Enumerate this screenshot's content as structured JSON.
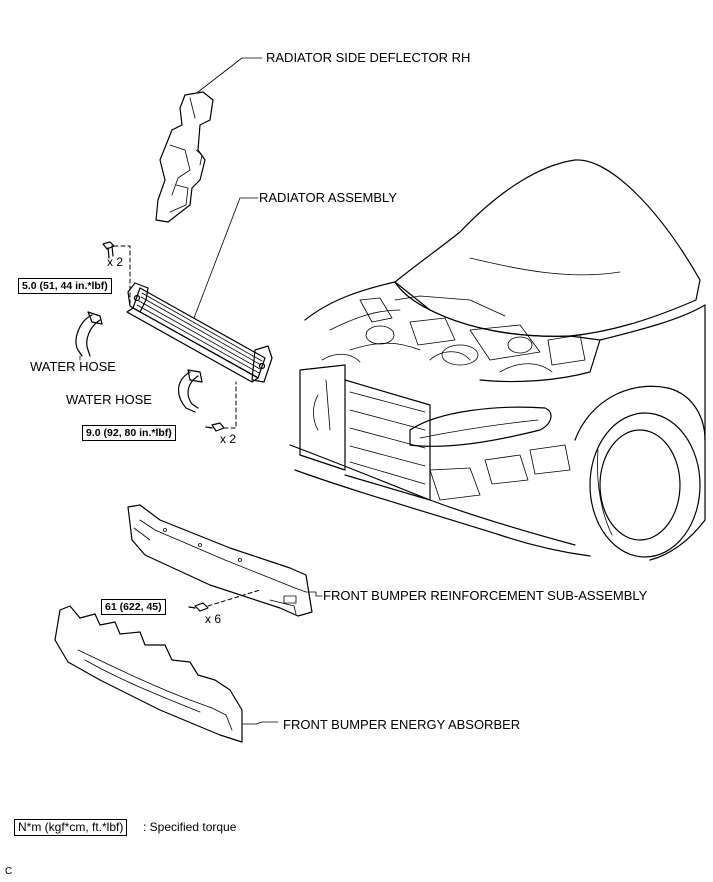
{
  "labels": {
    "deflector": "RADIATOR SIDE DEFLECTOR RH",
    "radiator": "RADIATOR ASSEMBLY",
    "water_hose_1": "WATER HOSE",
    "water_hose_2": "WATER HOSE",
    "reinforcement": "FRONT BUMPER REINFORCEMENT SUB-ASSEMBLY",
    "absorber": "FRONT BUMPER ENERGY ABSORBER"
  },
  "torques": {
    "upper": "5.0 (51, 44 in.*lbf)",
    "lower": "9.0 (92, 80 in.*lbf)",
    "bumper": "61 (622, 45)"
  },
  "quantities": {
    "upper": "x 2",
    "lower": "x 2",
    "bumper": "x 6"
  },
  "legend": {
    "unit_box": "N*m (kgf*cm, ft.*lbf)",
    "description": ": Specified torque"
  },
  "figure_code": "C"
}
